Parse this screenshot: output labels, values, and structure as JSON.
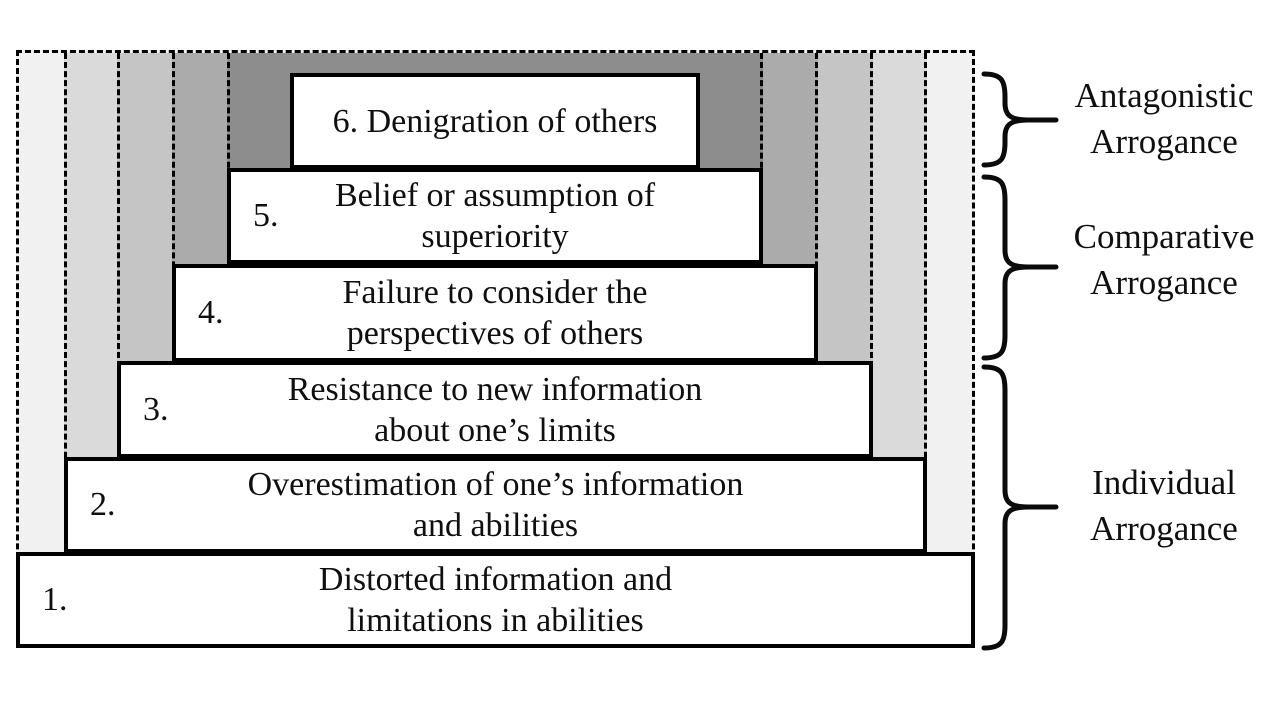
{
  "diagram": {
    "levels": [
      {
        "number": "1.",
        "line1": "Distorted information and",
        "line2": "limitations in abilities"
      },
      {
        "number": "2.",
        "line1": "Overestimation of one’s information",
        "line2": "and abilities"
      },
      {
        "number": "3.",
        "line1": "Resistance to new information",
        "line2": "about one’s limits"
      },
      {
        "number": "4.",
        "line1": "Failure to consider the",
        "line2": "perspectives of others"
      },
      {
        "number": "5.",
        "line1": "Belief or assumption of",
        "line2": "superiority"
      },
      {
        "number": "6.",
        "line1": "Denigration of others",
        "line2": ""
      }
    ],
    "groups": [
      {
        "line1": "Antagonistic",
        "line2": "Arrogance"
      },
      {
        "line1": "Comparative",
        "line2": "Arrogance"
      },
      {
        "line1": "Individual",
        "line2": "Arrogance"
      }
    ],
    "colors": {
      "zone_level_1": "#f1f1f1",
      "zone_level_2": "#dadada",
      "zone_level_3": "#c5c5c5",
      "zone_level_4": "#ababab",
      "zone_level_5": "#8d8d8d",
      "box_fill": "#ffffff",
      "line": "#000000",
      "text": "#0f0f0f"
    }
  }
}
